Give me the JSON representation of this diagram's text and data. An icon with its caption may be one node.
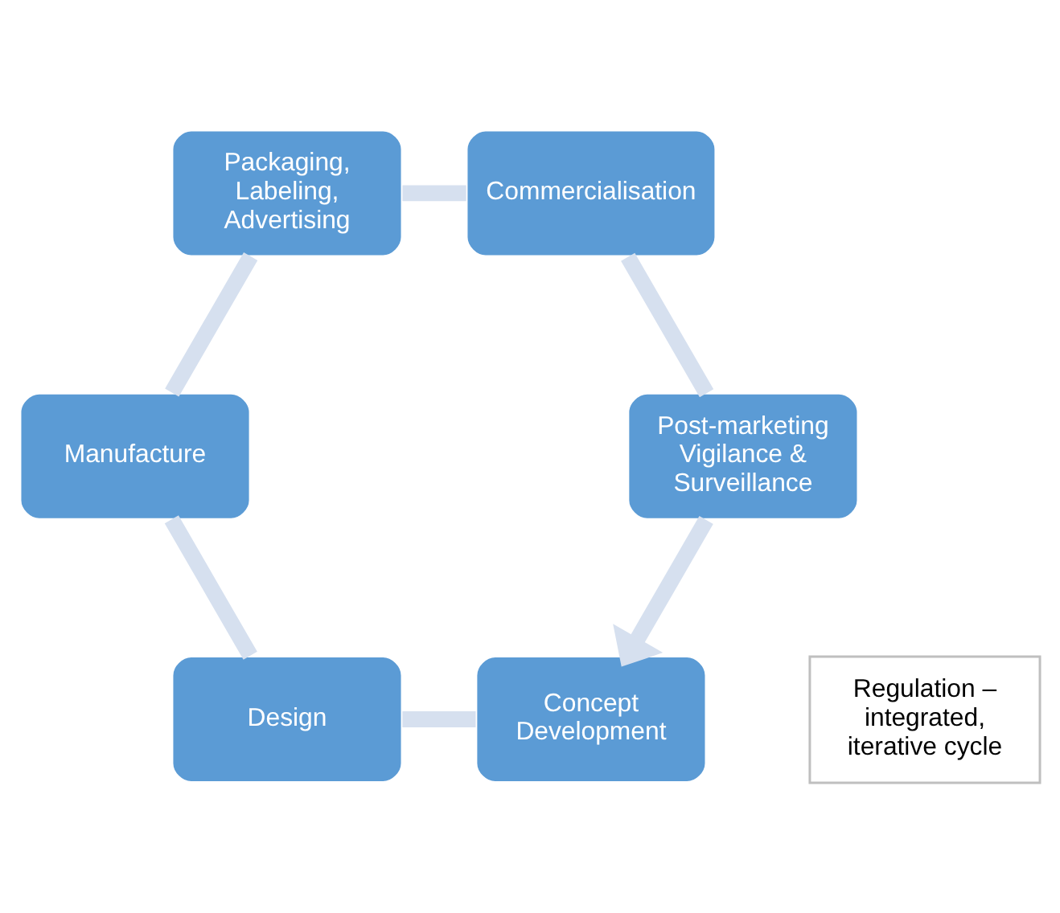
{
  "diagram": {
    "nodes": [
      {
        "text": [
          "Concept Development"
        ]
      },
      {
        "text": [
          "Design"
        ]
      },
      {
        "text": [
          "Manufacture"
        ]
      },
      {
        "text": [
          "Packaging, Labeling, Advertising"
        ]
      },
      {
        "text": [
          "Commercialisation"
        ]
      },
      {
        "text": [
          "Post-marketing Vigilance & Surveillance"
        ]
      },
      {
        "text": [
          "Regulation – integrated, iterative cycle"
        ]
      }
    ],
    "edges": [
      {
        "from": 0,
        "to": 1,
        "arrow": "none"
      },
      {
        "from": 1,
        "to": 2,
        "arrow": "none"
      },
      {
        "from": 2,
        "to": 3,
        "arrow": "none"
      },
      {
        "from": 3,
        "to": 4,
        "arrow": "none"
      },
      {
        "from": 4,
        "to": 5,
        "arrow": "none"
      },
      {
        "from": 5,
        "to": 0,
        "arrow": "to"
      }
    ]
  }
}
